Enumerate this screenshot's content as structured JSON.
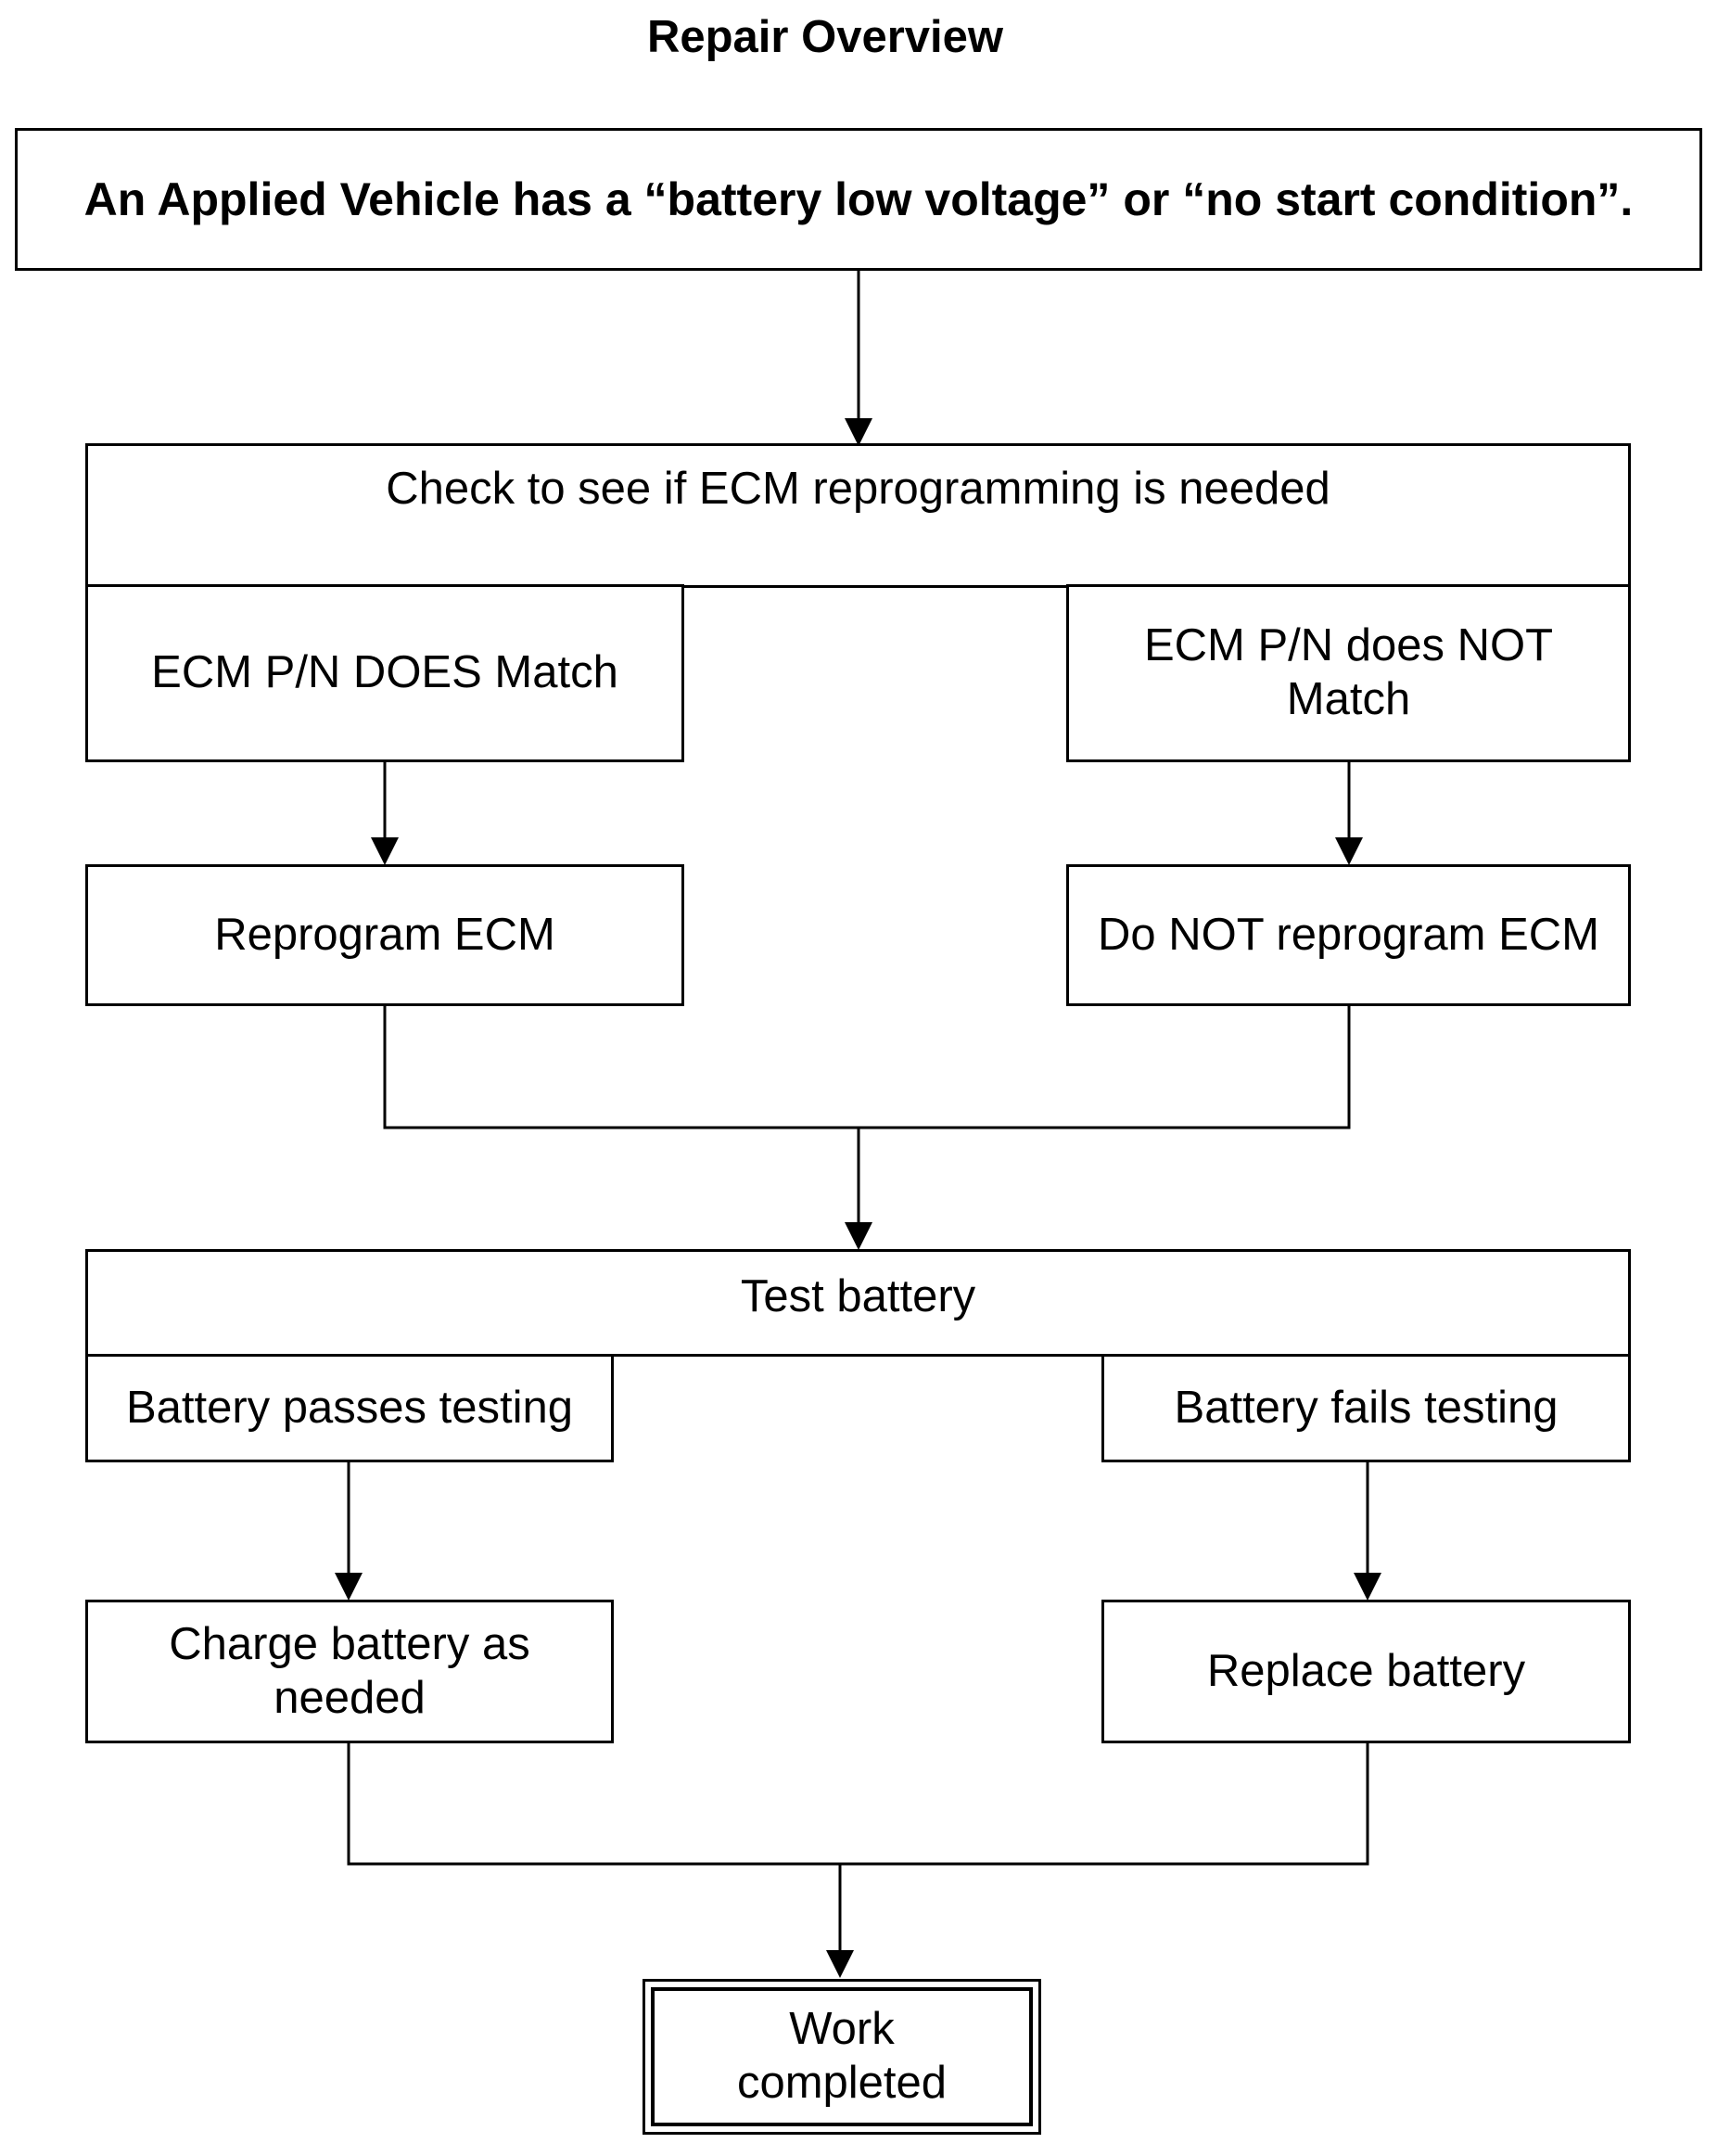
{
  "title": "Repair Overview",
  "nodes": {
    "start": "An Applied Vehicle has a “battery low voltage” or “no start condition”.",
    "check_ecm": "Check to see if ECM reprogramming is needed",
    "ecm_match": "ECM P/N DOES Match",
    "ecm_no_match": "ECM P/N does NOT Match",
    "reprogram": "Reprogram ECM",
    "no_reprogram": "Do NOT reprogram ECM",
    "test_battery": "Test battery",
    "battery_pass": "Battery passes testing",
    "battery_fail": "Battery fails testing",
    "charge": "Charge battery as needed",
    "replace": "Replace battery",
    "done": "Work completed"
  }
}
